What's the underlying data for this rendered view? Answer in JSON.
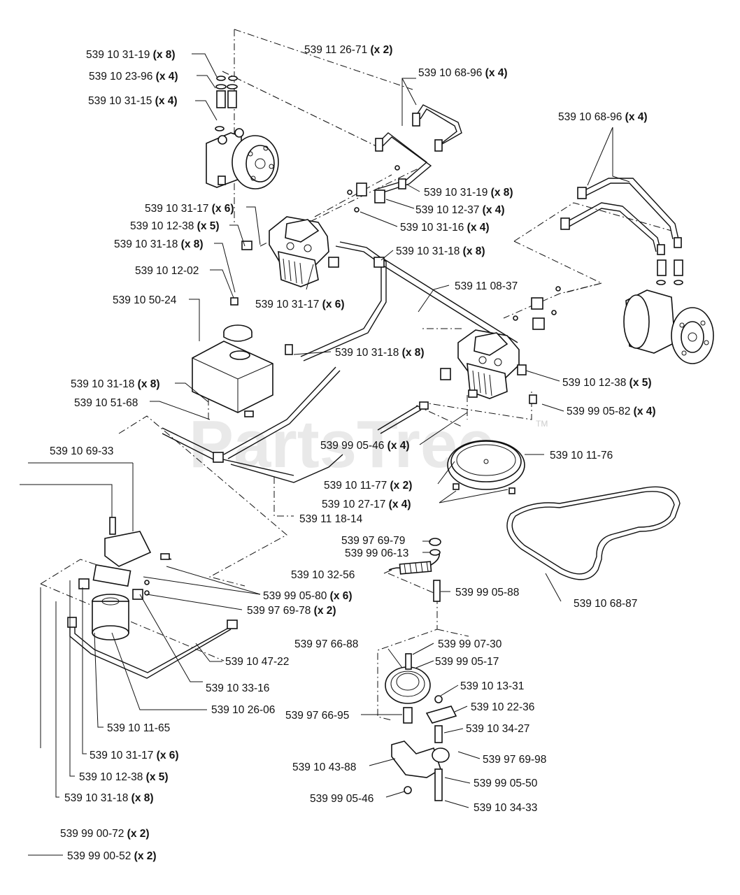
{
  "watermark": {
    "text": "PartsTree",
    "trademark": "TM"
  },
  "labels": [
    {
      "id": "l1",
      "part": "539 10 31-19",
      "qty": "(x 8)"
    },
    {
      "id": "l2",
      "part": "539 10 23-96",
      "qty": "(x 4)"
    },
    {
      "id": "l3",
      "part": "539 10 31-15",
      "qty": "(x 4)"
    },
    {
      "id": "l4",
      "part": "539 11 26-71",
      "qty": "(x 2)"
    },
    {
      "id": "l5",
      "part": "539 10 68-96",
      "qty": "(x 4)"
    },
    {
      "id": "l6",
      "part": "539 10 68-96",
      "qty": "(x 4)"
    },
    {
      "id": "l7",
      "part": "539 10 31-19",
      "qty": "(x 8)"
    },
    {
      "id": "l8",
      "part": "539 10 12-37",
      "qty": "(x 4)"
    },
    {
      "id": "l9",
      "part": "539 10 31-16",
      "qty": "(x 4)"
    },
    {
      "id": "l10",
      "part": "539 10 31-17",
      "qty": "(x 6)"
    },
    {
      "id": "l11",
      "part": "539 10 12-38",
      "qty": "(x 5)"
    },
    {
      "id": "l12",
      "part": "539 10 31-18",
      "qty": "(x 8)"
    },
    {
      "id": "l13",
      "part": "539 10 31-18",
      "qty": "(x 8)"
    },
    {
      "id": "l14",
      "part": "539 10 12-02",
      "qty": ""
    },
    {
      "id": "l15",
      "part": "539 11 08-37",
      "qty": ""
    },
    {
      "id": "l16",
      "part": "539 10 50-24",
      "qty": ""
    },
    {
      "id": "l17",
      "part": "539 10 31-17",
      "qty": "(x 6)"
    },
    {
      "id": "l18",
      "part": "539 10 31-18",
      "qty": "(x 8)"
    },
    {
      "id": "l19",
      "part": "539 10 31-18",
      "qty": "(x 8)"
    },
    {
      "id": "l20",
      "part": "539 10 12-38",
      "qty": "(x 5)"
    },
    {
      "id": "l21",
      "part": "539 10 51-68",
      "qty": ""
    },
    {
      "id": "l22",
      "part": "539 99 05-82",
      "qty": "(x 4)"
    },
    {
      "id": "l23",
      "part": "539 10 69-33",
      "qty": ""
    },
    {
      "id": "l24",
      "part": "539 99 05-46",
      "qty": "(x 4)"
    },
    {
      "id": "l25",
      "part": "539 10 11-76",
      "qty": ""
    },
    {
      "id": "l26",
      "part": "539 10 11-77",
      "qty": "(x 2)"
    },
    {
      "id": "l27",
      "part": "539 10 27-17",
      "qty": "(x 4)"
    },
    {
      "id": "l28",
      "part": "539 11 18-14",
      "qty": ""
    },
    {
      "id": "l29",
      "part": "539 97 69-79",
      "qty": ""
    },
    {
      "id": "l30",
      "part": "539 99 06-13",
      "qty": ""
    },
    {
      "id": "l31",
      "part": "539 10 32-56",
      "qty": ""
    },
    {
      "id": "l32",
      "part": "539 99 05-88",
      "qty": ""
    },
    {
      "id": "l33",
      "part": "539 99 05-80",
      "qty": "(x 6)"
    },
    {
      "id": "l34",
      "part": "539 97 69-78",
      "qty": "(x 2)"
    },
    {
      "id": "l35",
      "part": "539 10 68-87",
      "qty": ""
    },
    {
      "id": "l36",
      "part": "539 97 66-88",
      "qty": ""
    },
    {
      "id": "l37",
      "part": "539 99 07-30",
      "qty": ""
    },
    {
      "id": "l38",
      "part": "539 99 05-17",
      "qty": ""
    },
    {
      "id": "l39",
      "part": "539 10 47-22",
      "qty": ""
    },
    {
      "id": "l40",
      "part": "539 10 33-16",
      "qty": ""
    },
    {
      "id": "l41",
      "part": "539 10 13-31",
      "qty": ""
    },
    {
      "id": "l42",
      "part": "539 10 22-36",
      "qty": ""
    },
    {
      "id": "l43",
      "part": "539 10 26-06",
      "qty": ""
    },
    {
      "id": "l44",
      "part": "539 97 66-95",
      "qty": ""
    },
    {
      "id": "l45",
      "part": "539 10 34-27",
      "qty": ""
    },
    {
      "id": "l46",
      "part": "539 10 11-65",
      "qty": ""
    },
    {
      "id": "l47",
      "part": "539 97 69-98",
      "qty": ""
    },
    {
      "id": "l48",
      "part": "539 10 31-17",
      "qty": "(x 6)"
    },
    {
      "id": "l49",
      "part": "539 10 43-88",
      "qty": ""
    },
    {
      "id": "l50",
      "part": "539 99 05-50",
      "qty": ""
    },
    {
      "id": "l51",
      "part": "539 10 12-38",
      "qty": "(x 5)"
    },
    {
      "id": "l52",
      "part": "539 99 05-46",
      "qty": ""
    },
    {
      "id": "l53",
      "part": "539 10 34-33",
      "qty": ""
    },
    {
      "id": "l54",
      "part": "539 10 31-18",
      "qty": "(x 8)"
    },
    {
      "id": "l55",
      "part": "539 99 00-72",
      "qty": "(x 2)"
    },
    {
      "id": "l56",
      "part": "539 99 00-52",
      "qty": "(x 2)"
    }
  ]
}
